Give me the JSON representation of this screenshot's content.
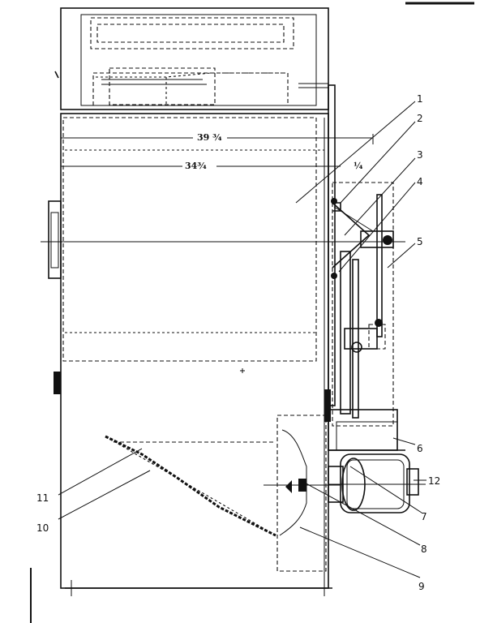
{
  "dimensions": {
    "overall": "39 ¾",
    "inner": "34¾",
    "offset": "¼"
  },
  "callouts": [
    "1",
    "2",
    "3",
    "4",
    "5",
    "6",
    "7",
    "8",
    "9",
    "10",
    "11",
    "12"
  ]
}
